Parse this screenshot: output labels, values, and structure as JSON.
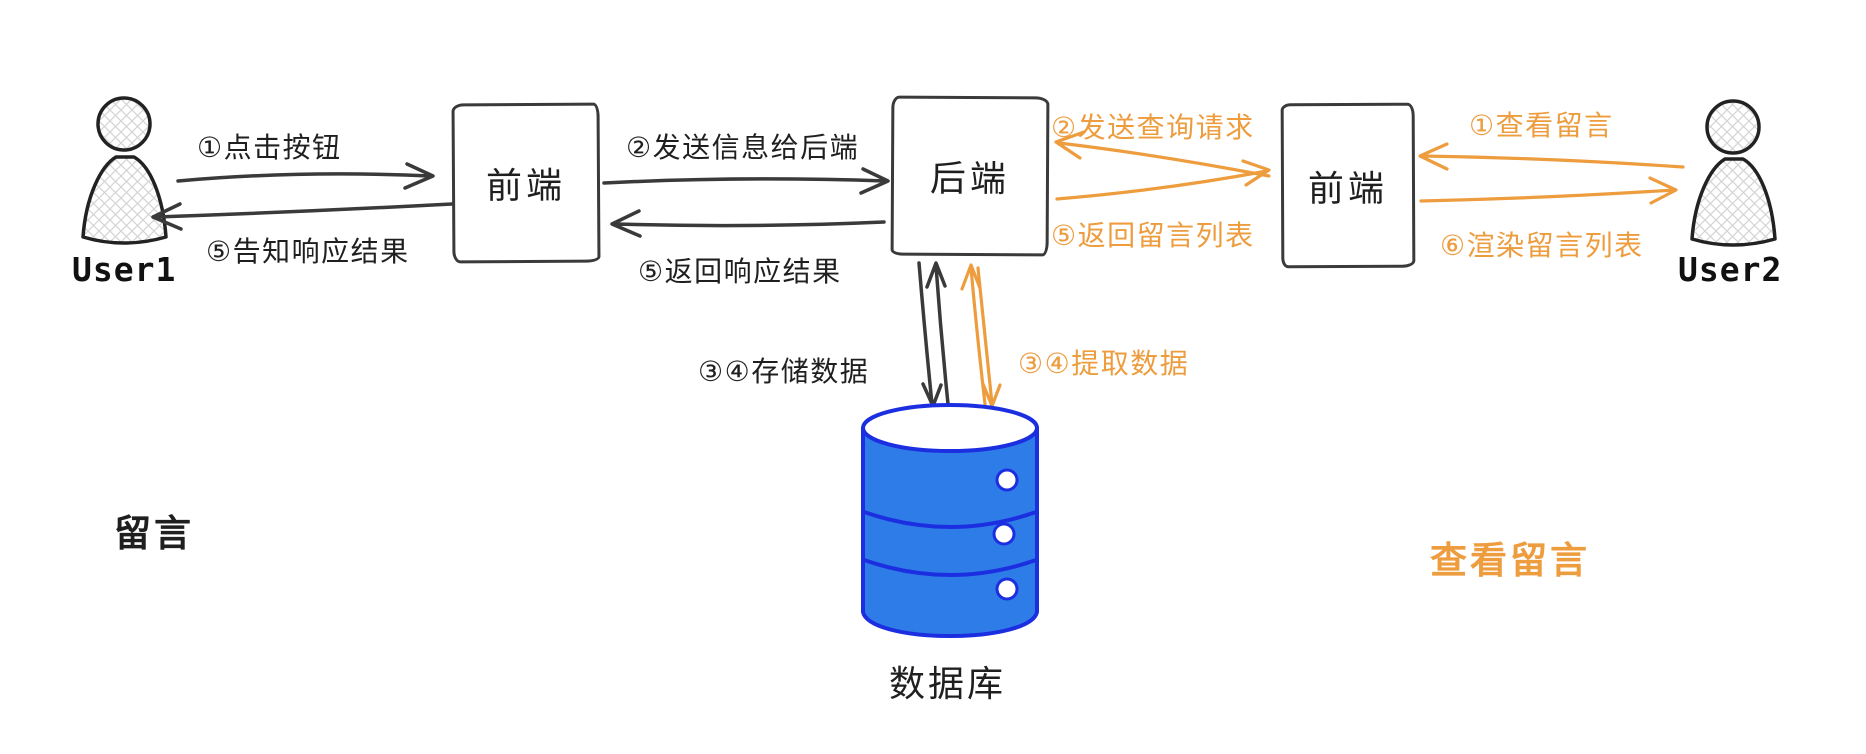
{
  "actors": {
    "user1": "User1",
    "user2": "User2"
  },
  "nodes": {
    "frontend_left": "前端",
    "backend": "后端",
    "frontend_right": "前端",
    "database": "数据库"
  },
  "post_flow": {
    "title": "留言",
    "click_button": "①点击按钮",
    "send_to_backend": "②发送信息给后端",
    "store_data": "③④存储数据",
    "return_response": "⑤返回响应结果",
    "notify_result": "⑤告知响应结果"
  },
  "view_flow": {
    "title": "查看留言",
    "view_messages": "①查看留言",
    "send_query": "②发送查询请求",
    "fetch_data": "③④提取数据",
    "return_list": "⑤返回留言列表",
    "render_list": "⑥渲染留言列表"
  },
  "colors": {
    "ink": "#3a3a3a",
    "orange": "#ED9C3E",
    "database_stroke": "#1C2FE0",
    "database_fill": "#2E7CE8"
  }
}
